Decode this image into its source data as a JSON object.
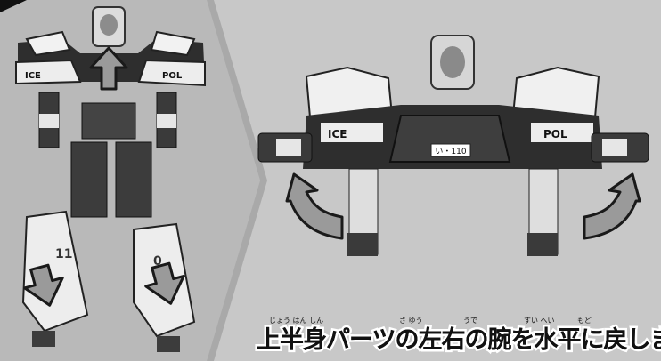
{
  "robot_left": {
    "car_labels": [
      "ICE",
      "POL"
    ],
    "leg_numbers": [
      "11",
      "0"
    ]
  },
  "robot_right": {
    "car_labels": [
      "ICE",
      "POL"
    ],
    "plate": "い・110"
  },
  "caption": {
    "text": "上半身パーツの左右の腕を水平に戻します。",
    "ruby": [
      {
        "text": "じょう はん しん"
      },
      {
        "text": "さ ゆう"
      },
      {
        "text": "うで"
      },
      {
        "text": "すい へい"
      },
      {
        "text": "もど"
      }
    ]
  },
  "colors": {
    "background": "#c4c4c4",
    "robot_dark": "#2e2e2e",
    "robot_light": "#f0f0f0",
    "arrow_fill": "#9a9a9a",
    "arrow_stroke": "#1a1a1a"
  }
}
